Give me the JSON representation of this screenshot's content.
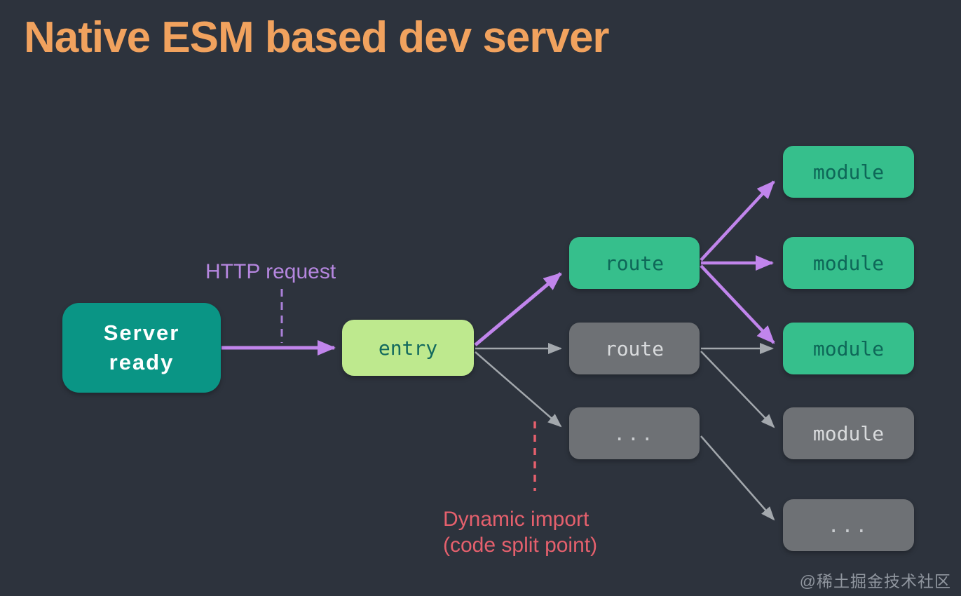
{
  "title": "Native ESM based dev server",
  "nodes": {
    "server_ready": "Server\nready",
    "entry": "entry",
    "route_1": "route",
    "route_2": "route",
    "dots_1": "...",
    "module_1": "module",
    "module_2": "module",
    "module_3": "module",
    "module_4": "module",
    "dots_2": "..."
  },
  "annotations": {
    "http_request": "HTTP request",
    "dynamic_import_line1": "Dynamic import",
    "dynamic_import_line2": "(code split point)"
  },
  "edges": [
    {
      "from": "server_ready",
      "to": "entry",
      "color": "purple"
    },
    {
      "from": "entry",
      "to": "route_1",
      "color": "purple"
    },
    {
      "from": "entry",
      "to": "route_2",
      "color": "gray"
    },
    {
      "from": "entry",
      "to": "dots_1",
      "color": "gray"
    },
    {
      "from": "route_1",
      "to": "module_1",
      "color": "purple"
    },
    {
      "from": "route_1",
      "to": "module_2",
      "color": "purple"
    },
    {
      "from": "route_1",
      "to": "module_3",
      "color": "purple"
    },
    {
      "from": "route_2",
      "to": "module_3",
      "color": "gray"
    },
    {
      "from": "route_2",
      "to": "module_4",
      "color": "gray"
    },
    {
      "from": "dots_1",
      "to": "dots_2",
      "color": "gray"
    }
  ],
  "colors": {
    "background": "#2d333d",
    "title": "#f1a25e",
    "server_box": "#0a9585",
    "entry_box": "#bee98e",
    "active_box": "#36bf8c",
    "inactive_box": "#6e7175",
    "request_arrow": "#c185ec",
    "static_arrow": "#a3a8ad",
    "dynamic_import_label": "#e5606d",
    "http_request_label": "#b687e0"
  },
  "watermark": "@稀土掘金技术社区"
}
